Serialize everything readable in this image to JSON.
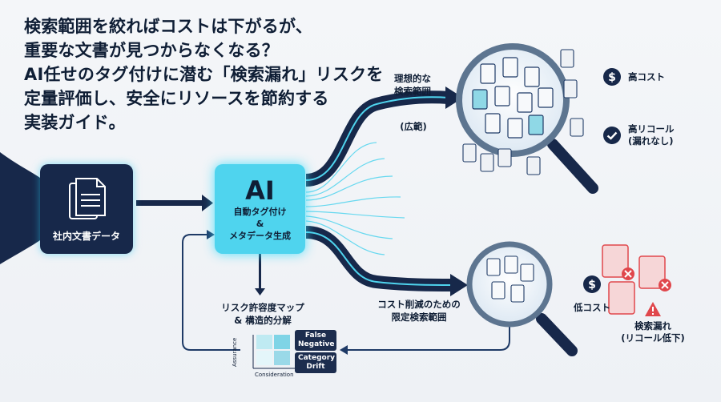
{
  "title": {
    "lines": [
      "検索範囲を絞ればコストは下がるが、",
      "重要な文書が見つからなくなる？",
      "AI任せのタグ付けに潜む「検索漏れ」リスクを",
      "定量評価し、安全にリソースを節約する",
      "実装ガイド。"
    ]
  },
  "source": {
    "label": "社内文書データ",
    "icon": "document-stack-icon"
  },
  "ai": {
    "title": "AI",
    "sub1": "自動タグ付け",
    "sub2": "&",
    "sub3": "メタデータ生成"
  },
  "ideal": {
    "line1": "理想的な",
    "line2": "検索範囲",
    "line3": "(広範)"
  },
  "limited": {
    "line1": "コスト削減のための",
    "line2": "限定検索範囲"
  },
  "risk_map": {
    "line1": "リスク許容度マップ",
    "line2": "& 構造的分解",
    "y_axis": "Assurance",
    "x_axis": "Consideration",
    "tag1": [
      "False",
      "Negative"
    ],
    "tag2": [
      "Category",
      "Drift"
    ]
  },
  "top_outcomes": [
    {
      "icon": "dollar-icon",
      "text": [
        "高コスト"
      ]
    },
    {
      "icon": "check-icon",
      "text": [
        "高リコール",
        "(漏れなし)"
      ]
    }
  ],
  "bottom_outcomes": {
    "cost": {
      "icon": "dollar-icon",
      "text": "低コスト"
    },
    "risk": {
      "icon": "warning-icon",
      "text": [
        "検索漏れ",
        "(リコール低下)"
      ]
    }
  },
  "colors": {
    "navy": "#17284a",
    "cyan": "#4fd4ee",
    "red": "#e0474c",
    "bg": "#f2f4f7"
  }
}
